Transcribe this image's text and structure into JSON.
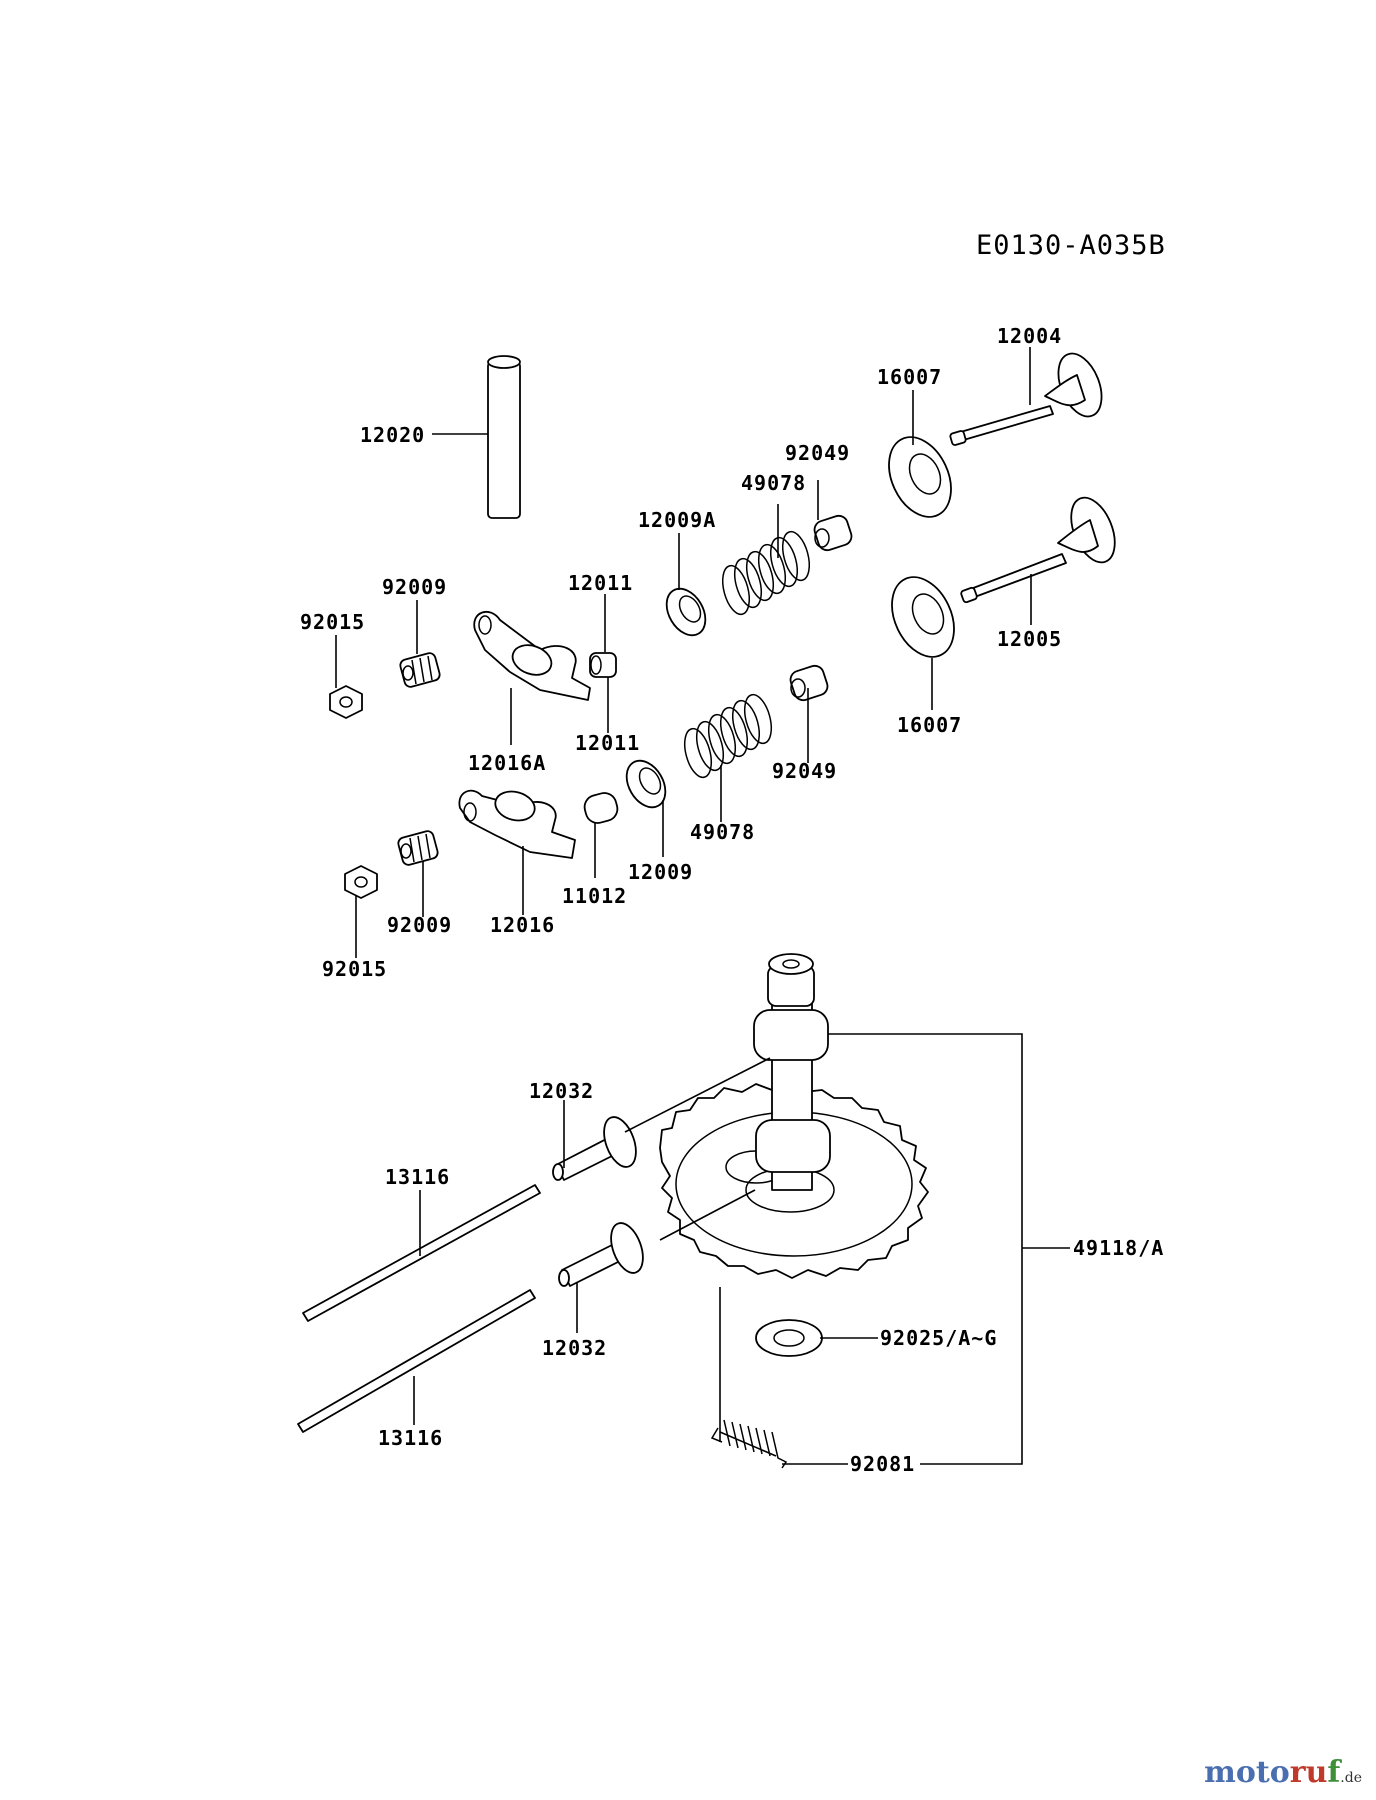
{
  "diagram_code": "E0130-A035B",
  "labels": {
    "p12004": "12004",
    "p16007_top": "16007",
    "p12020": "12020",
    "p92049_top": "92049",
    "p49078_top": "49078",
    "p12009A": "12009A",
    "p92009_top": "92009",
    "p92015_top": "92015",
    "p12011_top": "12011",
    "p12011_bottom": "12011",
    "p12016A": "12016A",
    "p12005": "12005",
    "p16007_bottom": "16007",
    "p92049_bottom": "92049",
    "p49078_bottom": "49078",
    "p12009": "12009",
    "p11012": "11012",
    "p92009_bottom": "92009",
    "p12016": "12016",
    "p92015_bottom": "92015",
    "p12032_top": "12032",
    "p13116_top": "13116",
    "p49118A": "49118/A",
    "p92025": "92025/A~G",
    "p12032_bottom": "12032",
    "p13116_bottom": "13116",
    "p92081": "92081"
  },
  "watermark": {
    "part1": "moto",
    "part2": "ru",
    "part3": "f",
    "suffix": ".de"
  }
}
